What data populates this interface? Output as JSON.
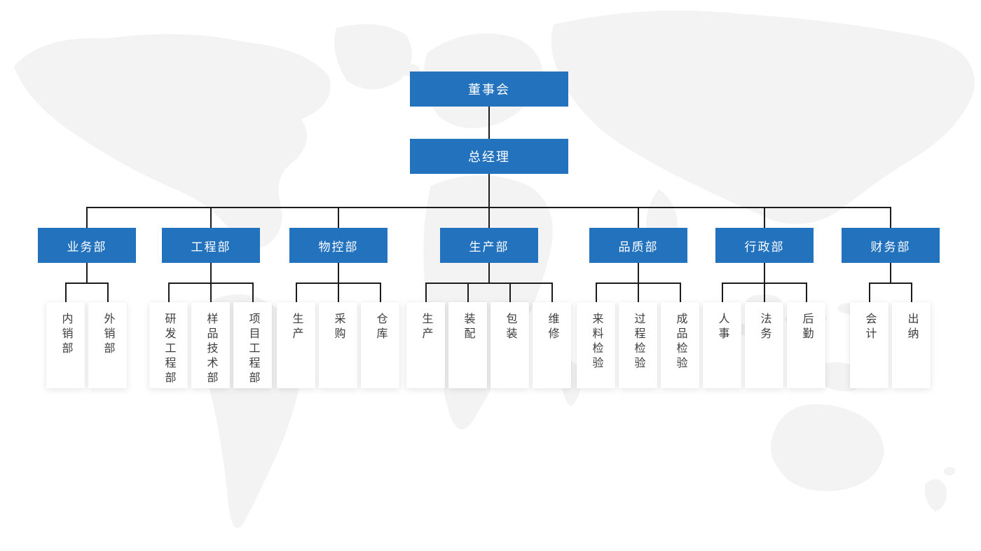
{
  "chart": {
    "type": "org-chart",
    "root_label": "董事会",
    "gm_label": "总经理",
    "departments": [
      {
        "label": "业务部",
        "children": [
          "内销部",
          "外销部"
        ]
      },
      {
        "label": "工程部",
        "children": [
          "研发工程部",
          "样品技术部",
          "项目工程部"
        ]
      },
      {
        "label": "物控部",
        "children": [
          "生产",
          "采购",
          "仓库"
        ]
      },
      {
        "label": "生产部",
        "children": [
          "生产",
          "装配",
          "包装",
          "维修"
        ]
      },
      {
        "label": "品质部",
        "children": [
          "来料检验",
          "过程检验",
          "成品检验"
        ]
      },
      {
        "label": "行政部",
        "children": [
          "人事",
          "法务",
          "后勤"
        ]
      },
      {
        "label": "财务部",
        "children": [
          "会计",
          "出纳"
        ]
      }
    ],
    "colors": {
      "node_blue": "#2272BD",
      "node_text": "#ffffff",
      "leaf_bg": "#ffffff",
      "leaf_text": "#3d3d3d",
      "connector": "#1c1c1c",
      "map_silhouette": "#f3f3f3",
      "background": "#ffffff"
    }
  }
}
